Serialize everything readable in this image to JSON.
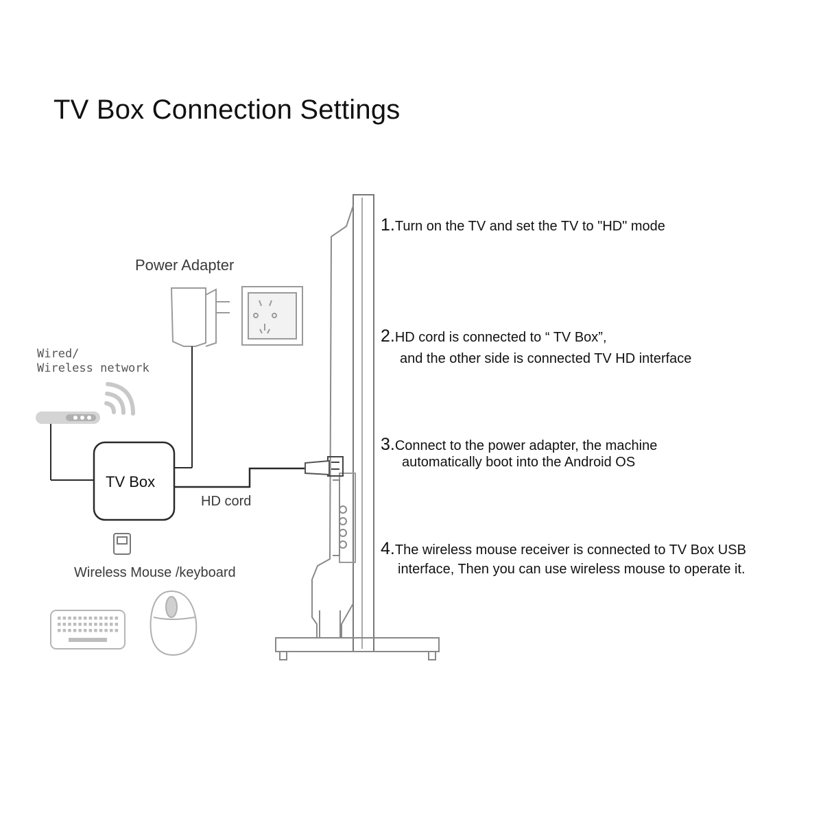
{
  "title": "TV Box Connection Settings",
  "labels": {
    "power_adapter": "Power Adapter",
    "network_line1": "Wired/",
    "network_line2": "Wireless network",
    "tv_box": "TV Box",
    "hd_cord": "HD cord",
    "wireless_mouse_keyboard": "Wireless Mouse /keyboard"
  },
  "steps": [
    {
      "num": "1.",
      "lines": [
        "Turn on the TV and set the TV to \"HD\" mode"
      ]
    },
    {
      "num": "2.",
      "lines": [
        "HD cord is connected to “ TV Box”,",
        "and the other side is connected TV HD interface"
      ]
    },
    {
      "num": "3.",
      "lines": [
        "Connect to the power adapter, the machine",
        "automatically boot into the Android OS"
      ]
    },
    {
      "num": "4.",
      "lines": [
        "The wireless mouse receiver is connected to TV Box USB",
        "interface, Then you can use wireless mouse to operate it."
      ]
    }
  ],
  "colors": {
    "ink": "#111111",
    "line": "#2a2a2a",
    "device": "#999999",
    "device_fill": "#d9d9d9"
  },
  "icons": [
    "tv-side-icon",
    "power-adapter-icon",
    "wall-socket-icon",
    "router-icon",
    "wifi-signal-icon",
    "tv-box-icon",
    "usb-receiver-icon",
    "keyboard-icon",
    "mouse-icon"
  ]
}
